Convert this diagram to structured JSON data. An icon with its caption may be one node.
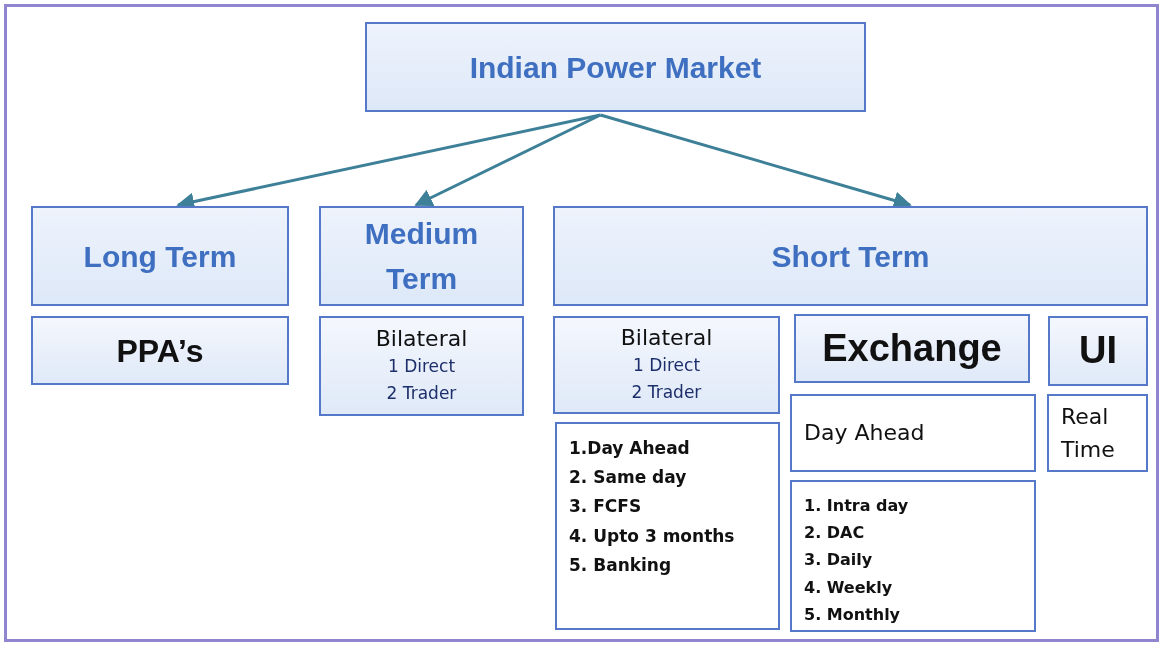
{
  "diagram": {
    "nodes": [
      {
        "text": [
          "Indian Power Market"
        ]
      },
      {
        "text": [
          "Long Term"
        ]
      },
      {
        "text": [
          "Medium Term"
        ]
      },
      {
        "text": [
          "Short Term"
        ]
      },
      {
        "text": [
          "PPA’s"
        ]
      },
      {
        "text": [
          "Bilateral",
          "1 Direct",
          "2 Trader"
        ]
      },
      {
        "text": [
          "Bilateral",
          "1 Direct",
          "2 Trader"
        ]
      },
      {
        "text": [
          "Exchange"
        ]
      },
      {
        "text": [
          "UI"
        ]
      },
      {
        "text": [
          "1.Day Ahead",
          "2. Same day",
          "3. FCFS",
          "4. Upto 3 months",
          "5. Banking"
        ]
      },
      {
        "text": [
          "Day Ahead"
        ]
      },
      {
        "text": [
          "Real Time"
        ]
      },
      {
        "text": [
          "1. Intra day",
          "2. DAC",
          "3. Daily",
          "4. Weekly",
          "5. Monthly"
        ]
      }
    ],
    "edges": [
      {
        "from": 0,
        "to": 1,
        "arrow": "to"
      },
      {
        "from": 0,
        "to": 2,
        "arrow": "to"
      },
      {
        "from": 0,
        "to": 3,
        "arrow": "to"
      }
    ]
  }
}
